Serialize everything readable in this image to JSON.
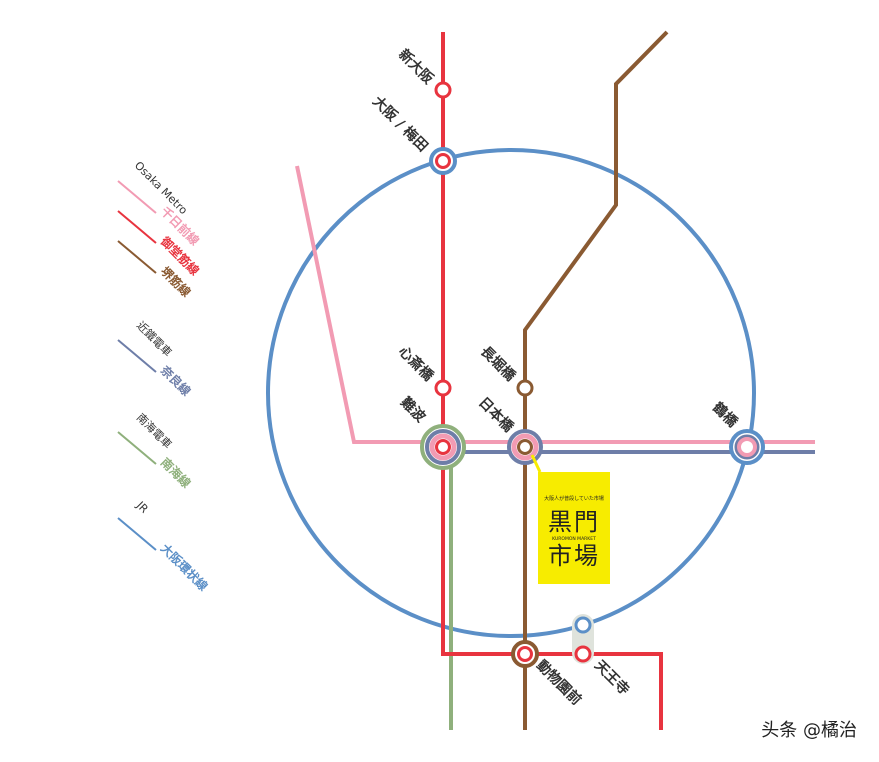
{
  "legend": {
    "groups": [
      {
        "company": "Osaka Metro",
        "lines": [
          {
            "name": "千日前線",
            "color": "#f29bb3"
          },
          {
            "name": "御堂筋線",
            "color": "#e8343f"
          },
          {
            "name": "堺筋線",
            "color": "#8a5a32"
          }
        ]
      },
      {
        "company": "近鐵電車",
        "lines": [
          {
            "name": "奈良線",
            "color": "#6e7ea8"
          }
        ]
      },
      {
        "company": "南海電車",
        "lines": [
          {
            "name": "南海線",
            "color": "#8fb07c"
          }
        ]
      },
      {
        "company": "JR",
        "lines": [
          {
            "name": "大阪環状線",
            "color": "#5b8fc7"
          }
        ]
      }
    ]
  },
  "stations": {
    "shin_osaka": "新大阪",
    "umeda": "大阪 / 梅田",
    "shinsaibashi": "心斎橋",
    "nagahoribashi": "長堀橋",
    "namba": "難波",
    "nipponbashi": "日本橋",
    "tsuruhashi": "鶴橋",
    "dobutsuenmae": "動物園前",
    "tennoji": "天王寺"
  },
  "poi": {
    "name": "黒門市場",
    "line1": "黒門",
    "line2": "市場",
    "tagline": "大阪人が普段していた市場",
    "subtitle": "KUROMON MARKET",
    "bg_color": "#f7ec00"
  },
  "colors": {
    "sennichimae": "#f29bb3",
    "midosuji": "#e8343f",
    "sakaisuji": "#8a5a32",
    "kintetsu": "#6e7ea8",
    "nankai": "#8fb07c",
    "jr_loop": "#5b8fc7"
  },
  "watermark": "头条 @橘治"
}
